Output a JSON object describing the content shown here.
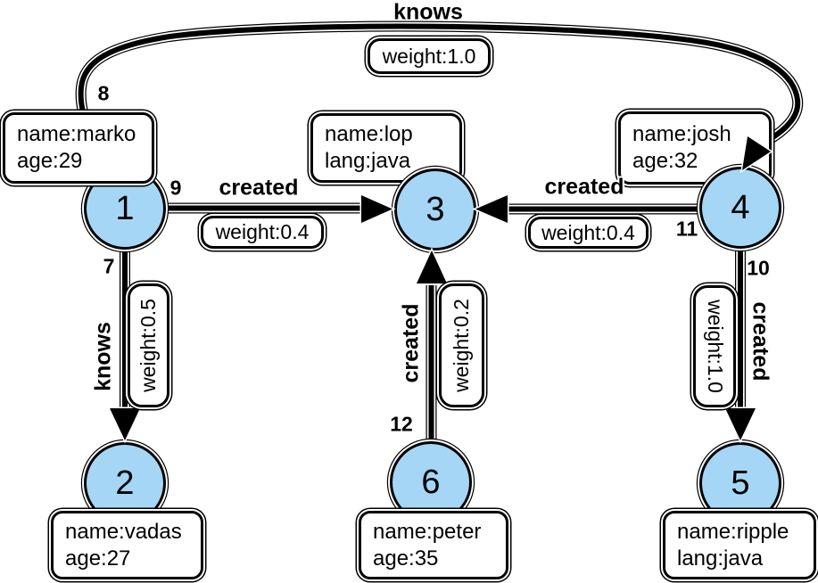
{
  "diagram": {
    "type": "property-graph",
    "background": "#ffffff"
  },
  "colors": {
    "node_fill": "#a5d6f5",
    "stroke": "#000000",
    "label_halo": "#ffffff"
  },
  "nodes": {
    "n1": {
      "id": "1",
      "props": [
        "name:marko",
        "age:29"
      ]
    },
    "n2": {
      "id": "2",
      "props": [
        "name:vadas",
        "age:27"
      ]
    },
    "n3": {
      "id": "3",
      "props": [
        "name:lop",
        "lang:java"
      ]
    },
    "n4": {
      "id": "4",
      "props": [
        "name:josh",
        "age:32"
      ]
    },
    "n5": {
      "id": "5",
      "props": [
        "name:ripple",
        "lang:java"
      ]
    },
    "n6": {
      "id": "6",
      "props": [
        "name:peter",
        "age:35"
      ]
    }
  },
  "edges": {
    "e7": {
      "id": "7",
      "label": "knows",
      "weight": "weight:0.5",
      "from": "1",
      "to": "2"
    },
    "e8": {
      "id": "8",
      "label": "knows",
      "weight": "weight:1.0",
      "from": "1",
      "to": "4"
    },
    "e9": {
      "id": "9",
      "label": "created",
      "weight": "weight:0.4",
      "from": "1",
      "to": "3"
    },
    "e10": {
      "id": "10",
      "label": "created",
      "weight": "weight:1.0",
      "from": "4",
      "to": "5"
    },
    "e11": {
      "id": "11",
      "label": "created",
      "weight": "weight:0.4",
      "from": "4",
      "to": "3"
    },
    "e12": {
      "id": "12",
      "label": "created",
      "weight": "weight:0.2",
      "from": "6",
      "to": "3"
    }
  }
}
